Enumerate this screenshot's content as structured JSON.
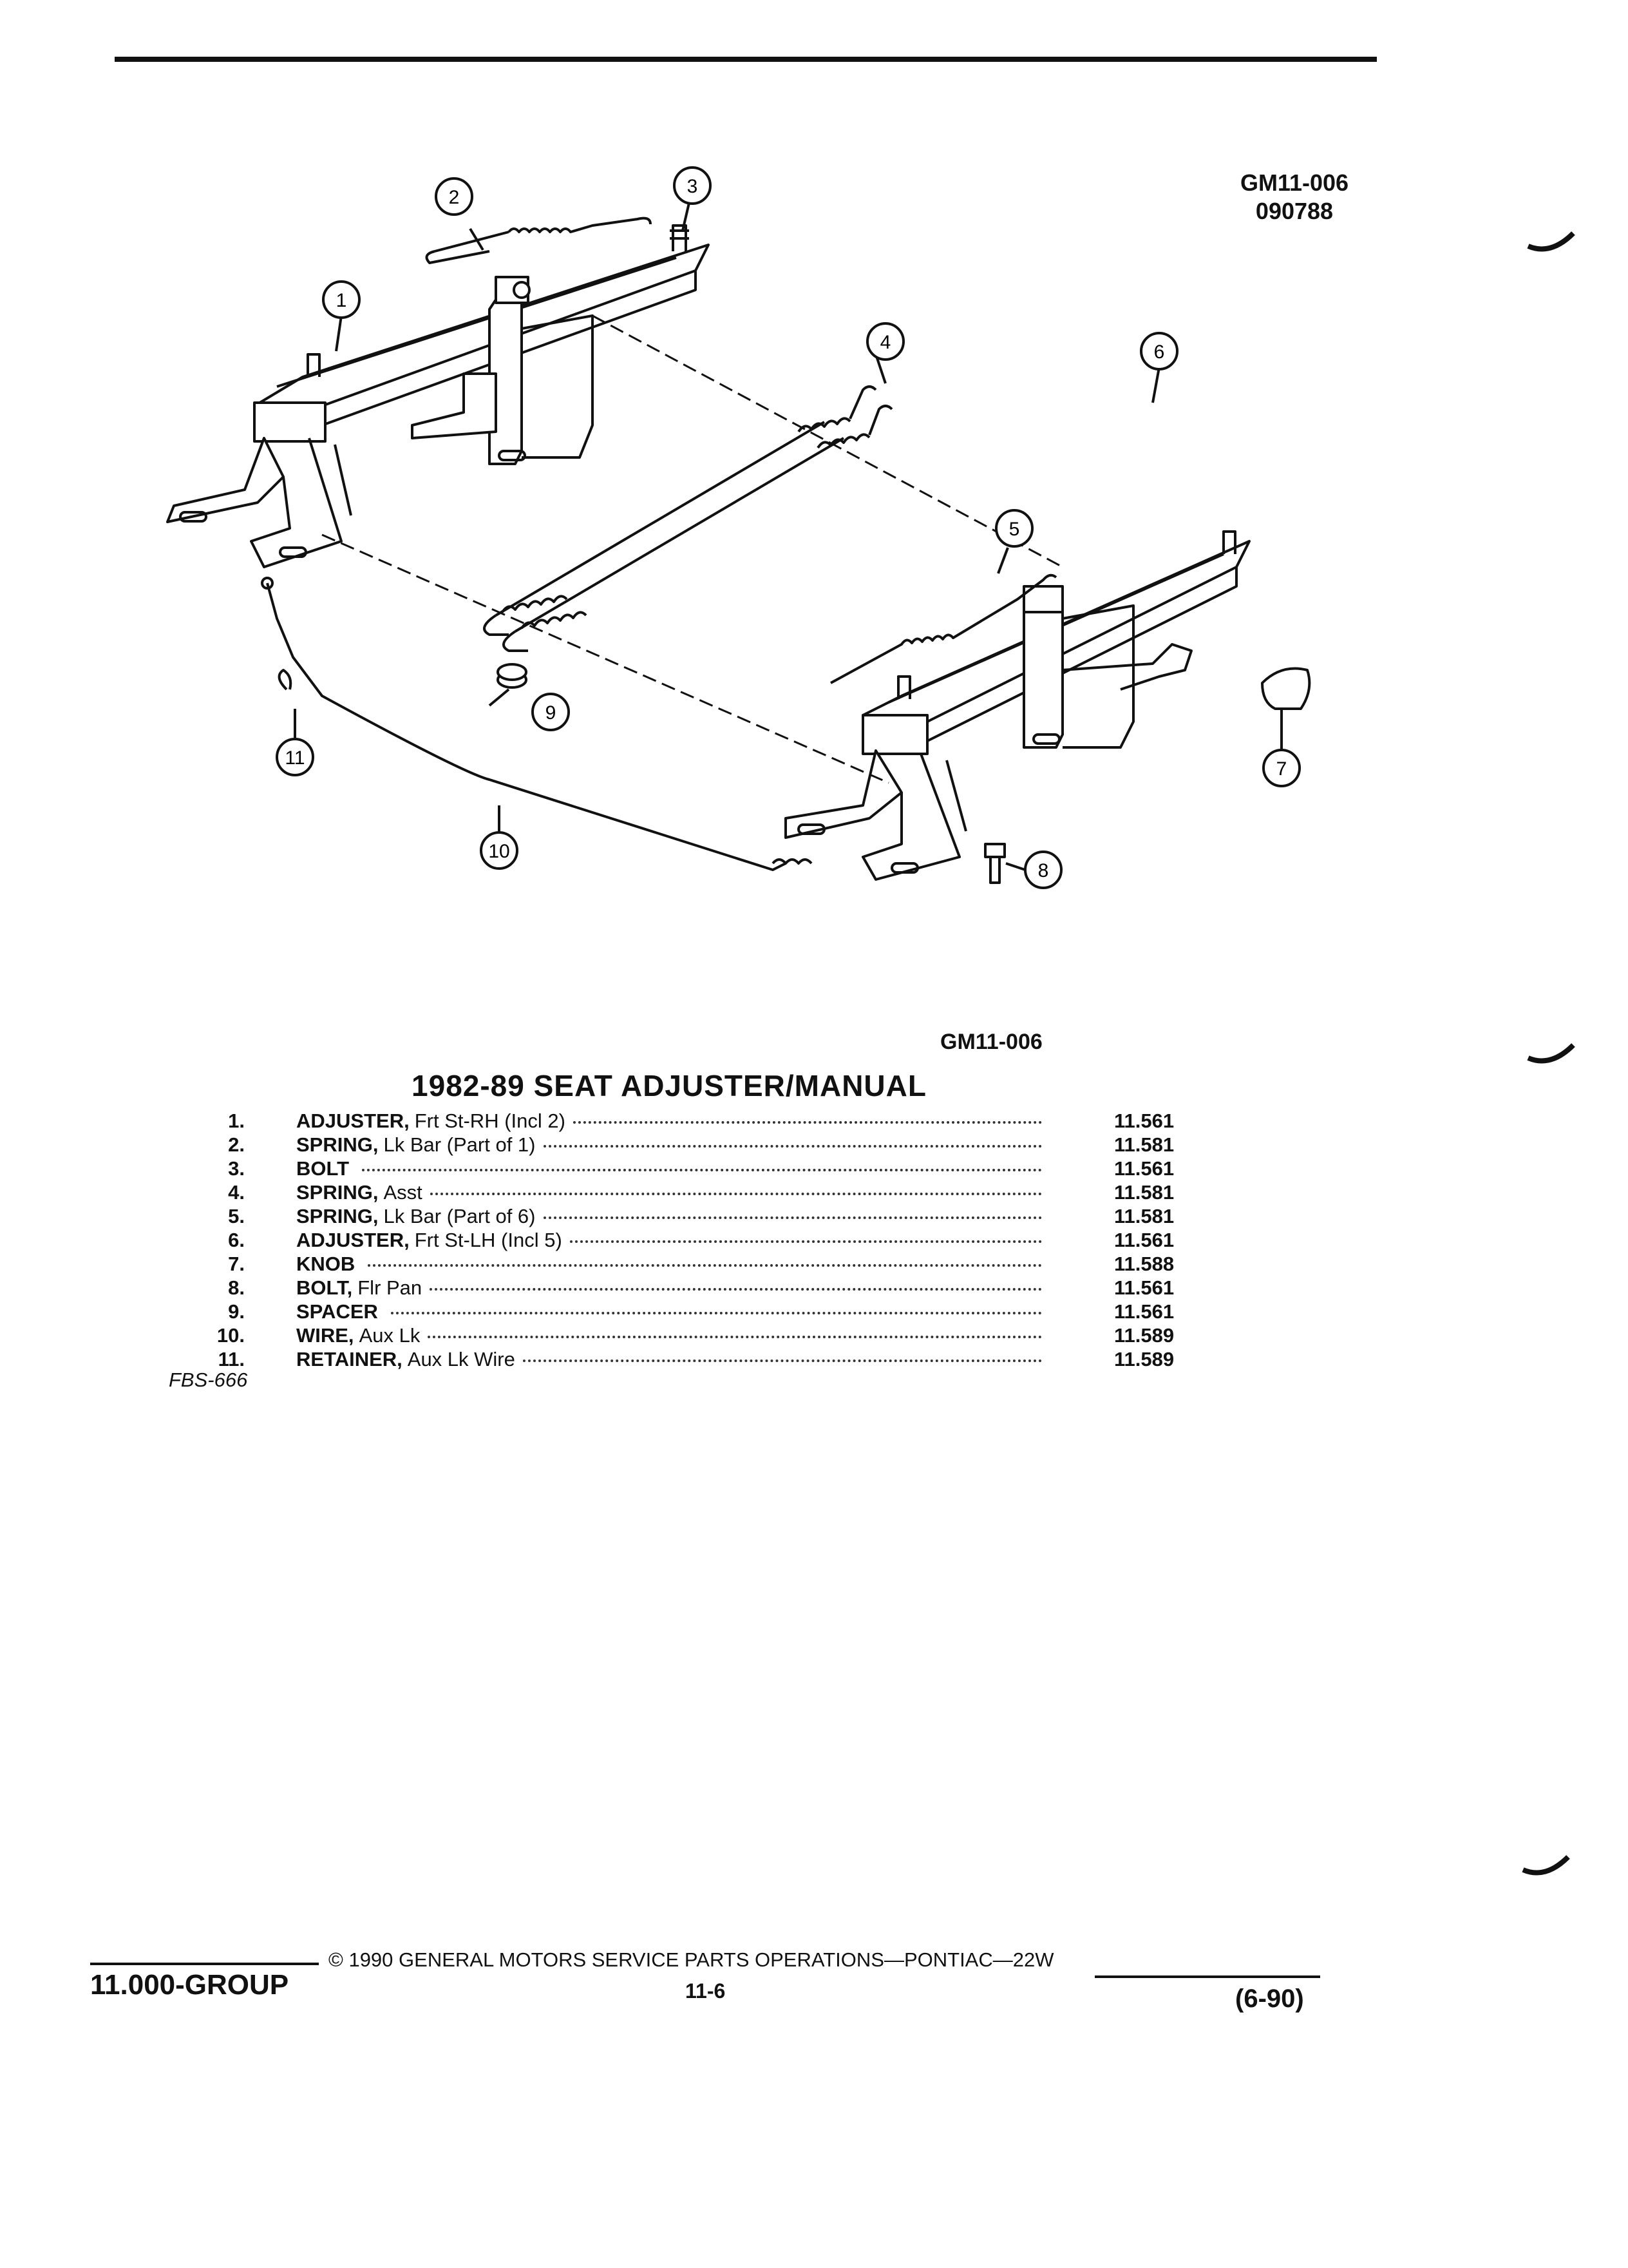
{
  "figure": {
    "id": "GM11-006",
    "date_code": "090788",
    "ref_label": "GM11-006"
  },
  "title": "1982-89 SEAT ADJUSTER/MANUAL",
  "callouts": [
    "1",
    "2",
    "3",
    "4",
    "5",
    "6",
    "7",
    "8",
    "9",
    "10",
    "11"
  ],
  "parts": [
    {
      "num": "1.",
      "name": "ADJUSTER,",
      "spec": "Frt St-RH (Incl 2)",
      "ref": "11.561"
    },
    {
      "num": "2.",
      "name": "SPRING,",
      "spec": "Lk Bar (Part of 1)",
      "ref": "11.581"
    },
    {
      "num": "3.",
      "name": "BOLT",
      "spec": "",
      "ref": "11.561"
    },
    {
      "num": "4.",
      "name": "SPRING,",
      "spec": "Asst",
      "ref": "11.581"
    },
    {
      "num": "5.",
      "name": "SPRING,",
      "spec": "Lk Bar (Part of 6)",
      "ref": "11.581"
    },
    {
      "num": "6.",
      "name": "ADJUSTER,",
      "spec": "Frt St-LH (Incl 5)",
      "ref": "11.561"
    },
    {
      "num": "7.",
      "name": "KNOB",
      "spec": "",
      "ref": "11.588"
    },
    {
      "num": "8.",
      "name": "BOLT,",
      "spec": "Flr Pan",
      "ref": "11.561"
    },
    {
      "num": "9.",
      "name": "SPACER",
      "spec": "",
      "ref": "11.561"
    },
    {
      "num": "10.",
      "name": "WIRE,",
      "spec": "Aux Lk",
      "ref": "11.589"
    },
    {
      "num": "11.",
      "name": "RETAINER,",
      "spec": "Aux Lk Wire",
      "ref": "11.589"
    }
  ],
  "source_code": "FBS-666",
  "footer": {
    "group": "11.000-GROUP",
    "copyright": "© 1990 GENERAL MOTORS SERVICE PARTS OPERATIONS—PONTIAC—22W",
    "page": "11-6",
    "date": "(6-90)"
  }
}
